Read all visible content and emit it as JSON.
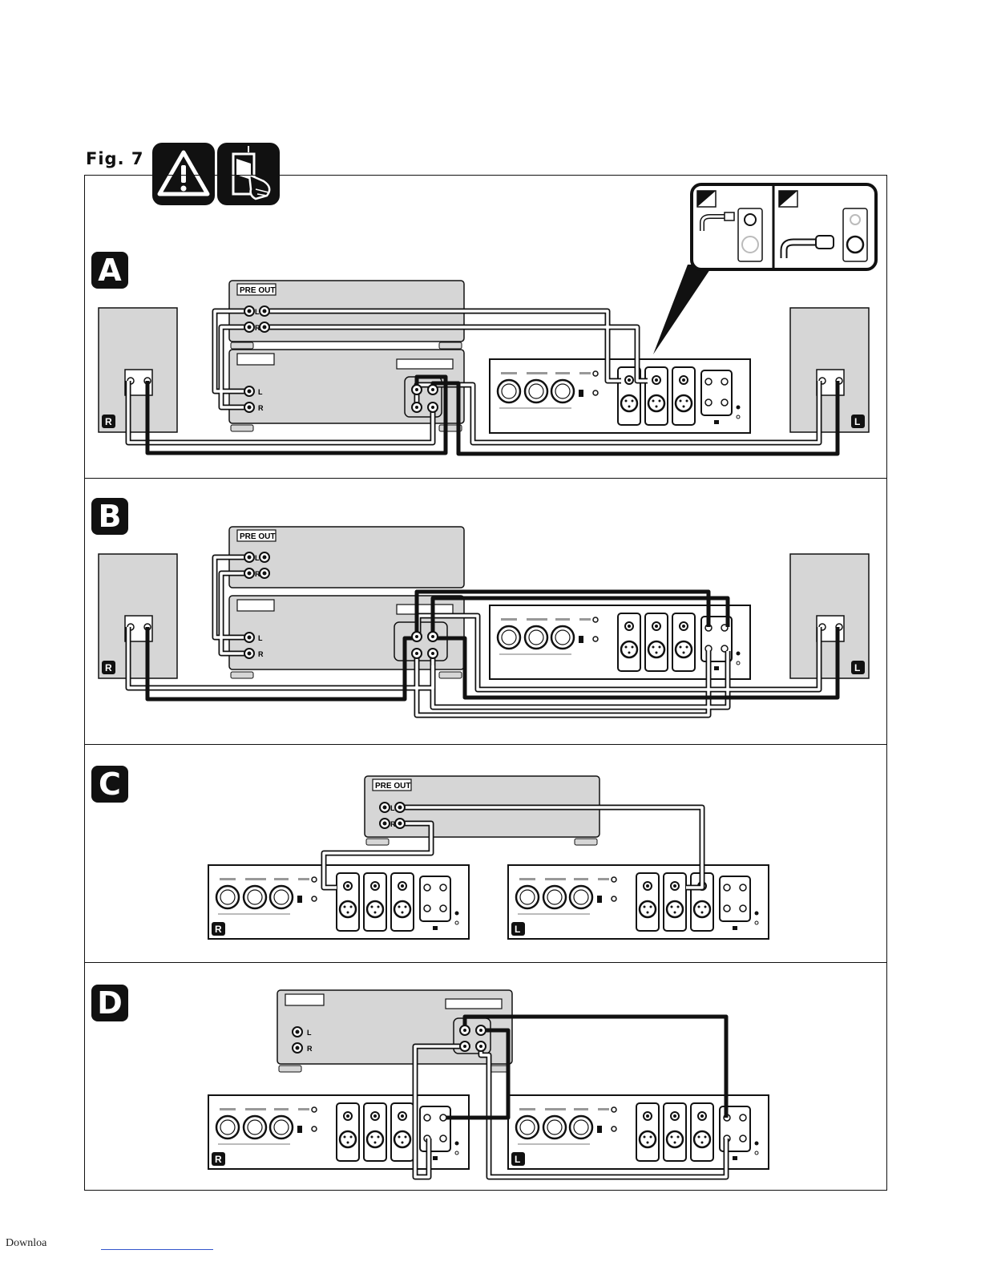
{
  "figure": {
    "title": "Fig. 7"
  },
  "icons": {
    "warning": "warning-triangle-icon",
    "power": "power-switch-hand-icon"
  },
  "sections": [
    {
      "letter": "A",
      "pre_out": "PRE OUT"
    },
    {
      "letter": "B",
      "pre_out": "PRE OUT"
    },
    {
      "letter": "C",
      "pre_out": "PRE OUT"
    },
    {
      "letter": "D"
    }
  ],
  "channel_labels": {
    "left": "L",
    "right": "R"
  },
  "footer": {
    "text": "Downloa"
  }
}
